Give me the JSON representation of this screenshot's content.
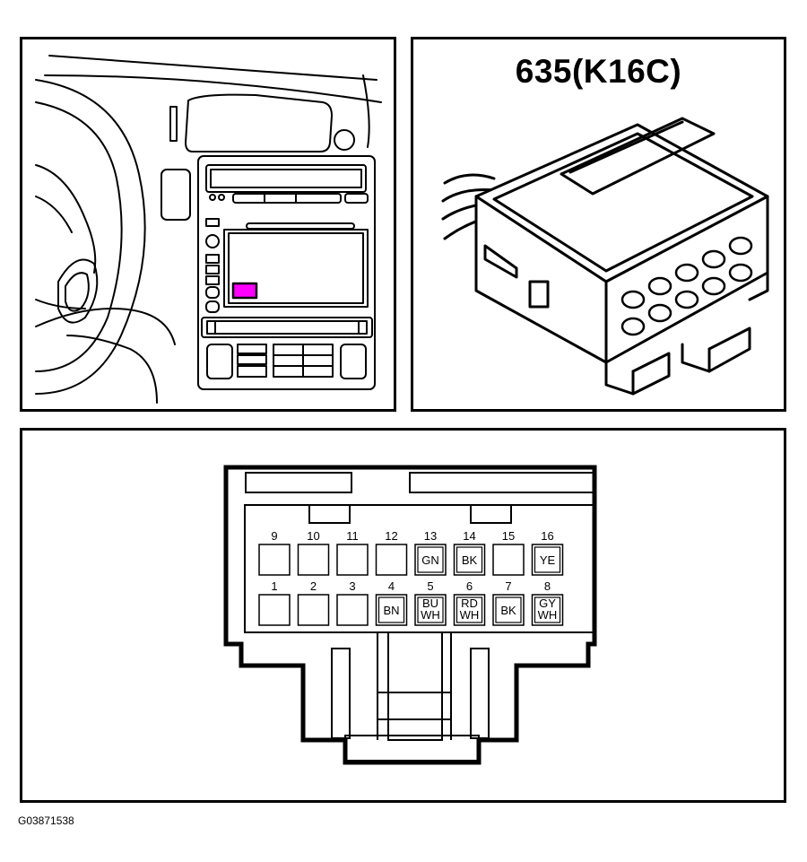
{
  "connector": {
    "title": "635(K16C)",
    "rows": [
      [
        {
          "pin": "9",
          "colors": []
        },
        {
          "pin": "10",
          "colors": []
        },
        {
          "pin": "11",
          "colors": []
        },
        {
          "pin": "12",
          "colors": []
        },
        {
          "pin": "13",
          "colors": [
            "GN"
          ]
        },
        {
          "pin": "14",
          "colors": [
            "BK"
          ]
        },
        {
          "pin": "15",
          "colors": []
        },
        {
          "pin": "16",
          "colors": [
            "YE"
          ]
        }
      ],
      [
        {
          "pin": "1",
          "colors": []
        },
        {
          "pin": "2",
          "colors": []
        },
        {
          "pin": "3",
          "colors": []
        },
        {
          "pin": "4",
          "colors": [
            "BN"
          ]
        },
        {
          "pin": "5",
          "colors": [
            "BU",
            "WH"
          ]
        },
        {
          "pin": "6",
          "colors": [
            "RD",
            "WH"
          ]
        },
        {
          "pin": "7",
          "colors": [
            "BK"
          ]
        },
        {
          "pin": "8",
          "colors": [
            "GY",
            "WH"
          ]
        }
      ]
    ]
  },
  "location_highlight_color": "#ff00ff",
  "figure_id": "G03871538"
}
